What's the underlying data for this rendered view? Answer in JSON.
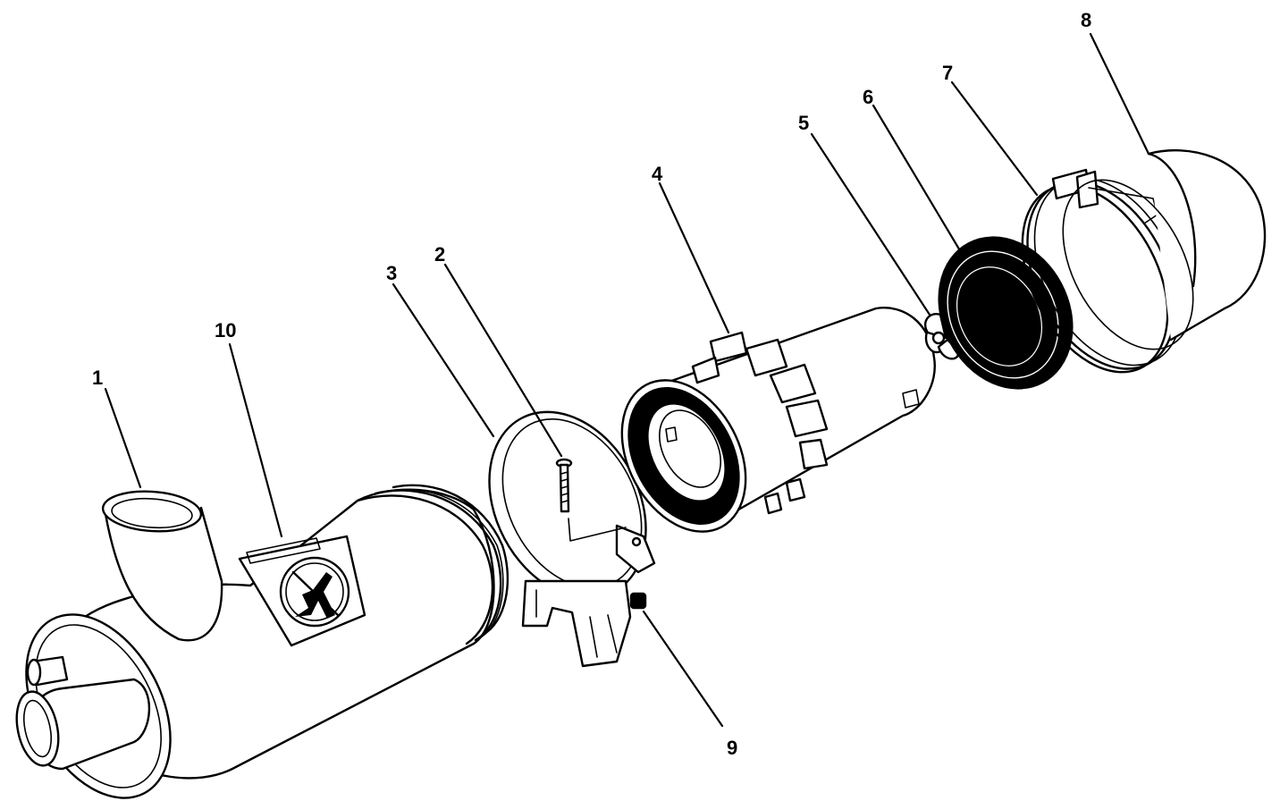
{
  "diagram": {
    "type": "exploded-parts-view",
    "callouts": [
      {
        "id": "1",
        "label": "1"
      },
      {
        "id": "2",
        "label": "2"
      },
      {
        "id": "3",
        "label": "3"
      },
      {
        "id": "4",
        "label": "4"
      },
      {
        "id": "5",
        "label": "5"
      },
      {
        "id": "6",
        "label": "6"
      },
      {
        "id": "7",
        "label": "7"
      },
      {
        "id": "8",
        "label": "8"
      },
      {
        "id": "9",
        "label": "9"
      },
      {
        "id": "10",
        "label": "10"
      }
    ],
    "colors": {
      "line": "#000000",
      "background": "#ffffff"
    }
  }
}
